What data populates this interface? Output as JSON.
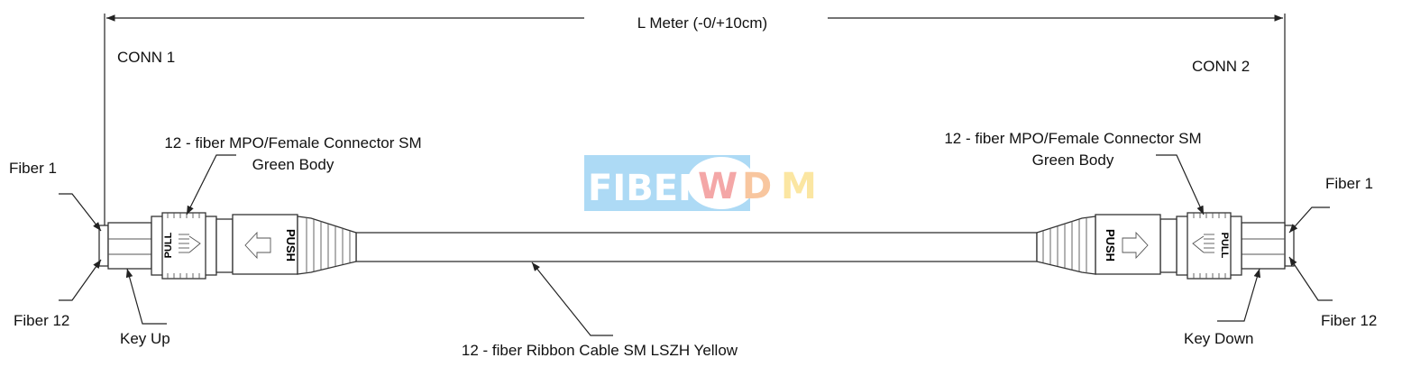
{
  "dimension": {
    "length_label": "L Meter (-0/+10cm)"
  },
  "conn1": {
    "title": "CONN 1",
    "connector_line1": "12 - fiber MPO/Female Connector SM",
    "connector_line2": "Green Body",
    "fiber_first": "Fiber 1",
    "fiber_last": "Fiber 12",
    "key": "Key Up",
    "pull_text": "PULL",
    "push_text": "PUSH"
  },
  "conn2": {
    "title": "CONN 2",
    "connector_line1": "12 - fiber MPO/Female Connector SM",
    "connector_line2": "Green Body",
    "fiber_first": "Fiber 1",
    "fiber_last": "Fiber 12",
    "key": "Key Down",
    "pull_text": "PULL",
    "push_text": "PUSH"
  },
  "cable": {
    "label": "12 - fiber Ribbon Cable SM LSZH Yellow"
  },
  "watermark": {
    "text_a": "FIBER",
    "text_w": "W",
    "text_d": "D",
    "text_m": "M",
    "colors": {
      "box": "#a9d9f5",
      "w": "#f4a3a3",
      "d": "#f8c39a",
      "m": "#fbe59e"
    }
  }
}
